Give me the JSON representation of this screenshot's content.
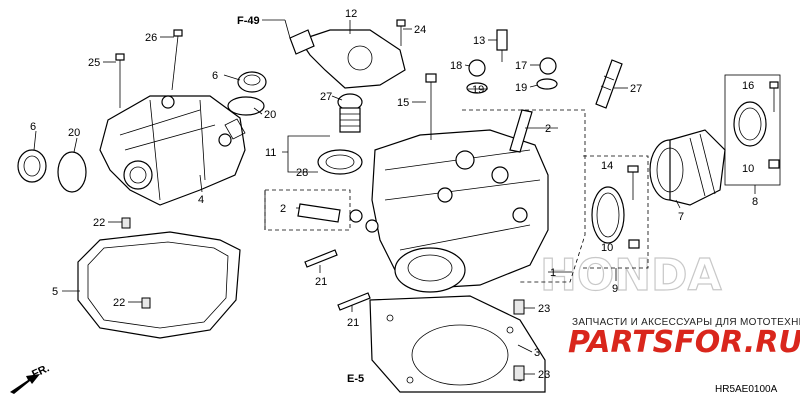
{
  "diagram_code": "HR5AE0100A",
  "watermark": {
    "brand": "HONDA",
    "shop_text": "ЗАПЧАСТИ И АКСЕССУАРЫ ДЛЯ МОТОТЕХНИКИ",
    "shop_logo": "PARTSFOR.RU"
  },
  "direction_label": "FR.",
  "references": {
    "top": "F-49",
    "bottom": "E-5"
  },
  "callouts": {
    "c1": "1",
    "c2a": "2",
    "c2b": "2",
    "c3": "3",
    "c4": "4",
    "c5": "5",
    "c6a": "6",
    "c6b": "6",
    "c7": "7",
    "c8": "8",
    "c9": "9",
    "c10a": "10",
    "c10b": "10",
    "c11": "11",
    "c12": "12",
    "c13": "13",
    "c14": "14",
    "c15": "15",
    "c16": "16",
    "c17": "17",
    "c18": "18",
    "c19a": "19",
    "c19b": "19",
    "c20a": "20",
    "c20b": "20",
    "c21a": "21",
    "c21b": "21",
    "c22a": "22",
    "c22b": "22",
    "c23a": "23",
    "c23b": "23",
    "c24": "24",
    "c25": "25",
    "c26": "26",
    "c27": "27",
    "c28": "28"
  }
}
